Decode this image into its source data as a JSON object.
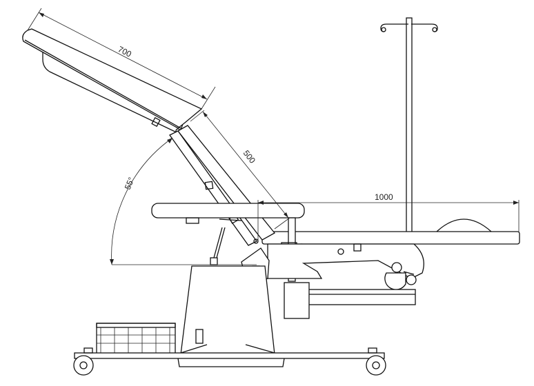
{
  "dimensions": {
    "backrest_length": "700",
    "seat_length": "500",
    "leg_section_length": "1000",
    "backrest_angle": "55°"
  },
  "colors": {
    "line": "#111111",
    "background": "#ffffff"
  }
}
